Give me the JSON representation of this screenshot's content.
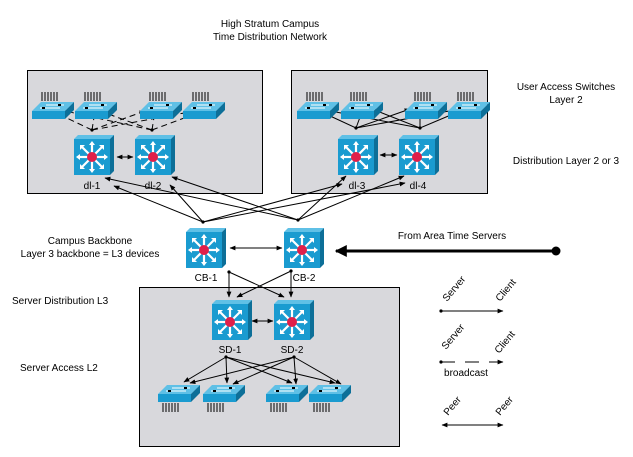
{
  "title": {
    "line1": "High Stratum Campus",
    "line2": "Time Distribution Network"
  },
  "colors": {
    "zone_fill": "#d8d8dc",
    "device_blue": "#1a9bd0",
    "device_dark": "#0d6f98",
    "center_red": "#e0204a",
    "line": "#000000"
  },
  "layer_labels": {
    "user_access_line1": "User Access Switches",
    "user_access_line2": "Layer 2",
    "distribution": "Distribution Layer 2 or 3",
    "backbone_line1": "Campus Backbone",
    "backbone_line2": "Layer 3 backbone = L3 devices",
    "server_distribution": "Server Distribution L3",
    "server_access": "Server Access L2"
  },
  "devices": {
    "dl1": "dl-1",
    "dl2": "dl-2",
    "dl3": "dl-3",
    "dl4": "dl-4",
    "cb1": "CB-1",
    "cb2": "CB-2",
    "sd1": "SD-1",
    "sd2": "SD-2"
  },
  "external": {
    "area_time_servers": "From Area Time Servers"
  },
  "legend": {
    "unicast": {
      "left": "Server",
      "right": "Client"
    },
    "broadcast": {
      "left": "Server",
      "right": "Client",
      "caption": "broadcast"
    },
    "peer": {
      "left": "Peer",
      "right": "Peer"
    }
  }
}
